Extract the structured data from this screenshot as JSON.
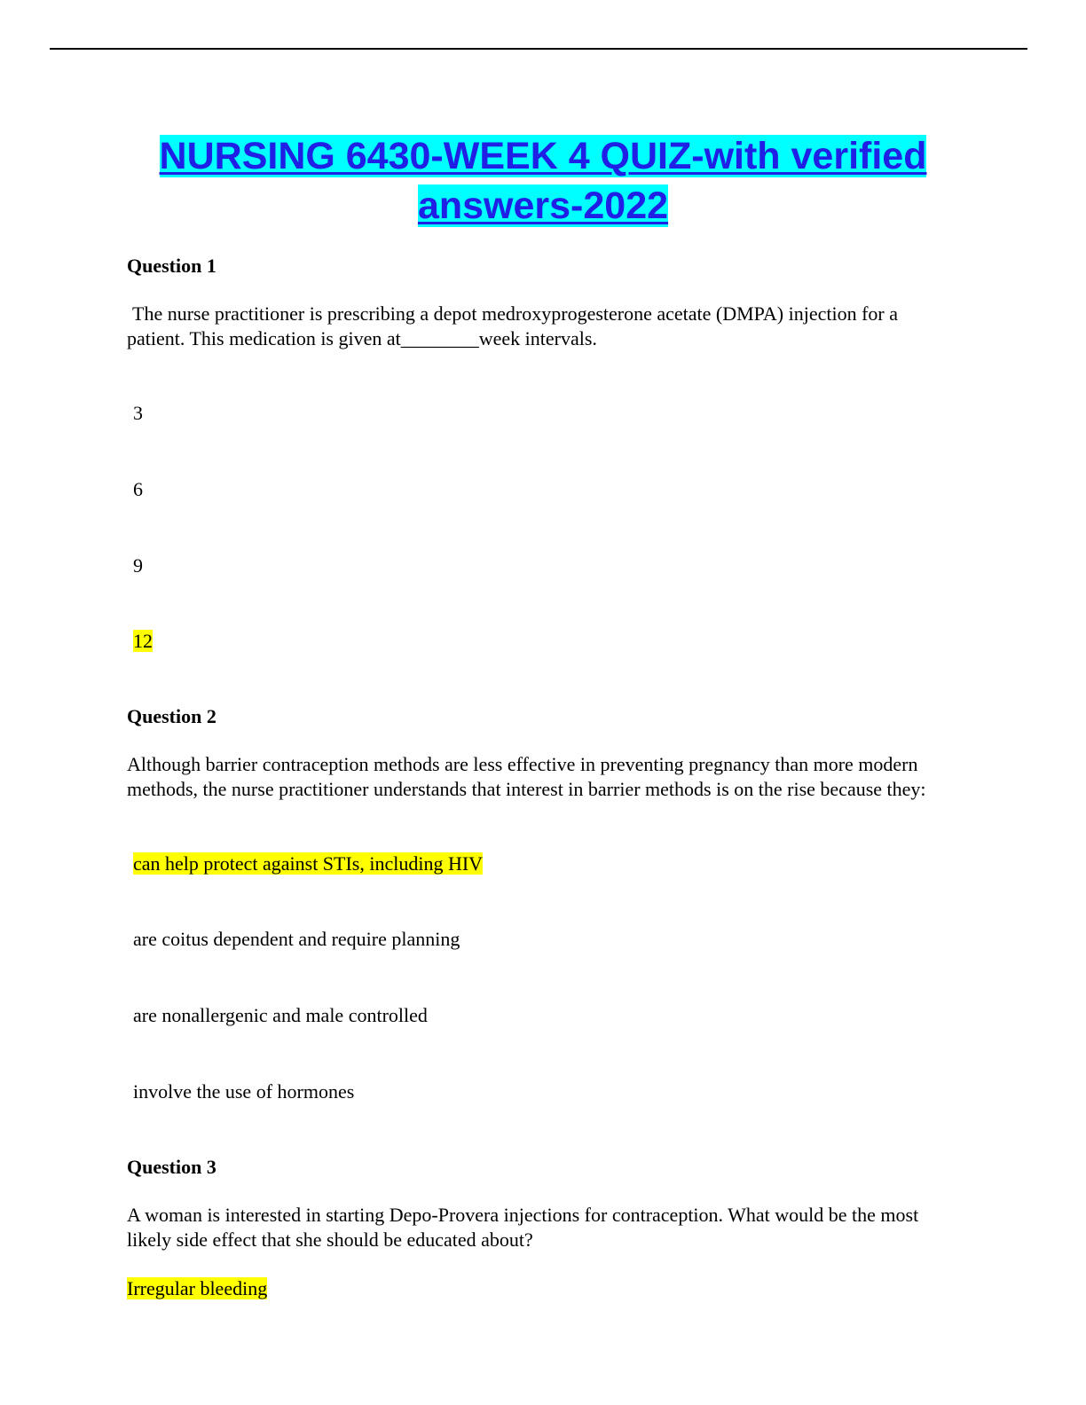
{
  "document": {
    "title": "NURSING 6430-WEEK 4 QUIZ-with verified answers-2022",
    "highlight_color": "#ffff00",
    "title_color": "#1f1fe6",
    "title_highlight_color": "#00ffff"
  },
  "questions": [
    {
      "heading": "Question 1",
      "text": "The nurse practitioner is prescribing a depot medroxyprogesterone acetate (DMPA) injection for a patient. This medication is given at________week intervals.",
      "options": [
        "3",
        "6",
        "9",
        "12"
      ],
      "highlighted_answer": "12"
    },
    {
      "heading": "Question 2",
      "text": "Although barrier contraception methods are less effective in preventing pregnancy than more modern methods, the nurse practitioner understands that interest in barrier methods is on the rise because they:",
      "options": [
        "can help protect against STIs, including HIV",
        "are coitus dependent and require planning",
        "are nonallergenic and male controlled",
        "involve the use of hormones"
      ],
      "highlighted_answer": "can help protect against STIs, including HIV"
    },
    {
      "heading": "Question 3",
      "text": "A woman is interested in starting Depo-Provera injections for contraception. What would be the most likely side effect that she should be educated about?",
      "options": [
        "Irregular bleeding"
      ],
      "highlighted_answer": "Irregular bleeding"
    }
  ]
}
